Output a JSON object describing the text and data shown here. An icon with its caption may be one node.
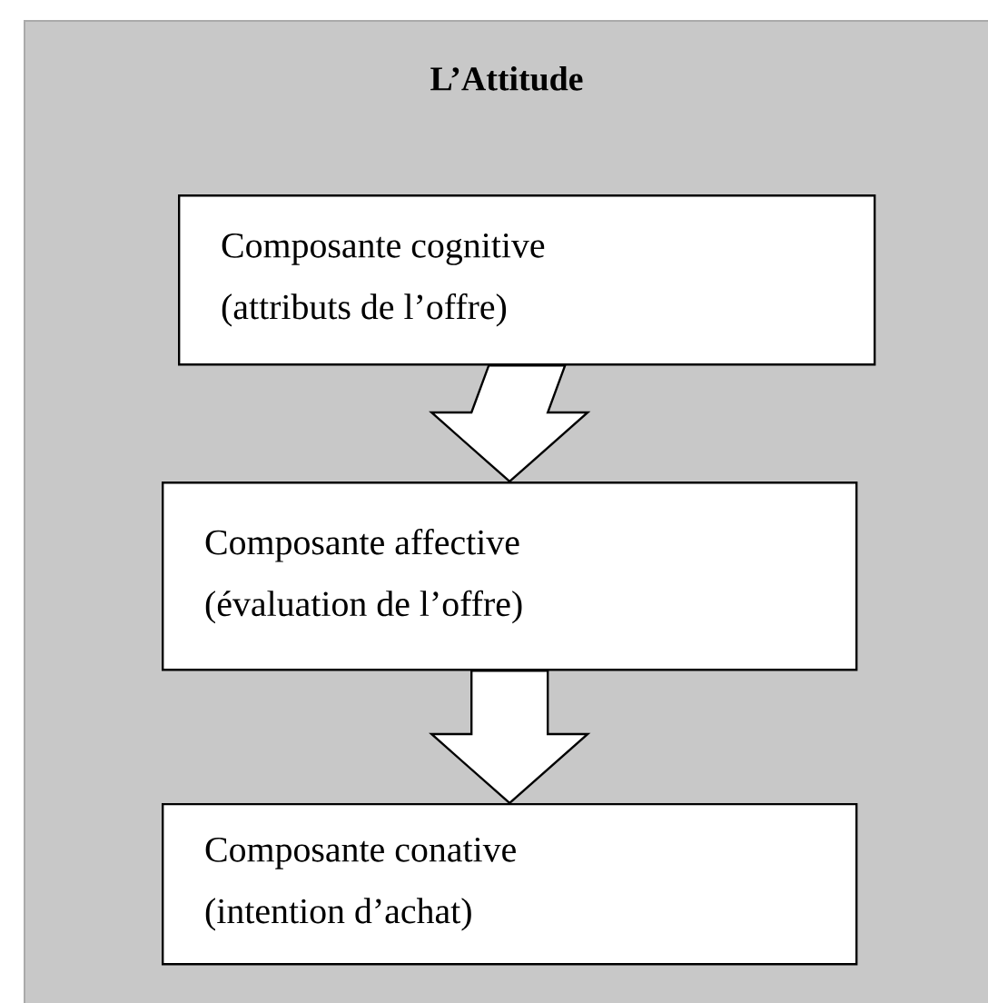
{
  "diagram": {
    "nodes": [
      {
        "text": [
          "L’Attitude"
        ]
      },
      {
        "text": [
          "Composante cognitive",
          "(attributs de l’offre)"
        ],
        "in": 0
      },
      {
        "text": [
          "Composante affective",
          "(évaluation de l’offre)"
        ],
        "in": 0
      },
      {
        "text": [
          "Composante conative",
          "(intention d’achat)"
        ],
        "in": 0
      }
    ],
    "edges": [
      {
        "from": 1,
        "to": 2,
        "arrow": "to"
      },
      {
        "from": 2,
        "to": 3,
        "arrow": "to"
      }
    ]
  }
}
